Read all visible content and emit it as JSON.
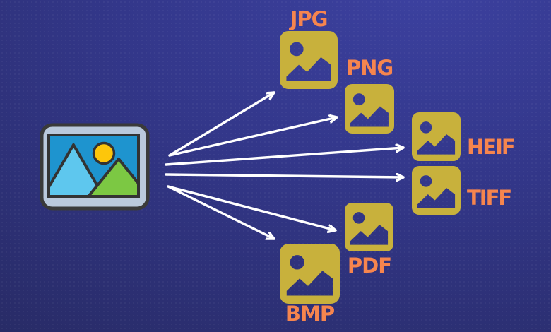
{
  "diagram": {
    "type": "conversion-fanout",
    "source": {
      "id": "original-image"
    },
    "formats": [
      {
        "id": "jpg",
        "label": "JPG"
      },
      {
        "id": "png",
        "label": "PNG"
      },
      {
        "id": "heif",
        "label": "HEIF"
      },
      {
        "id": "tiff",
        "label": "TIFF"
      },
      {
        "id": "pdf",
        "label": "PDF"
      },
      {
        "id": "bmp",
        "label": "BMP"
      }
    ],
    "edges": [
      {
        "from": "original-image",
        "to": "jpg"
      },
      {
        "from": "original-image",
        "to": "png"
      },
      {
        "from": "original-image",
        "to": "heif"
      },
      {
        "from": "original-image",
        "to": "tiff"
      },
      {
        "from": "original-image",
        "to": "pdf"
      },
      {
        "from": "original-image",
        "to": "bmp"
      }
    ]
  },
  "colors": {
    "bg_light": "#3c41a0",
    "bg_mid": "#33378a",
    "bg_dark": "#272a63",
    "format_icon": "#c8b13c",
    "label": "#f6854e",
    "arrow": "#ffffff",
    "source_frame": "#bac9dc",
    "source_outline": "#3a3a3a",
    "source_sky": "#1e94cf",
    "source_sun": "#fdc60b",
    "source_mtn_left": "#5ec7ee",
    "source_mtn_right": "#7cc843"
  }
}
